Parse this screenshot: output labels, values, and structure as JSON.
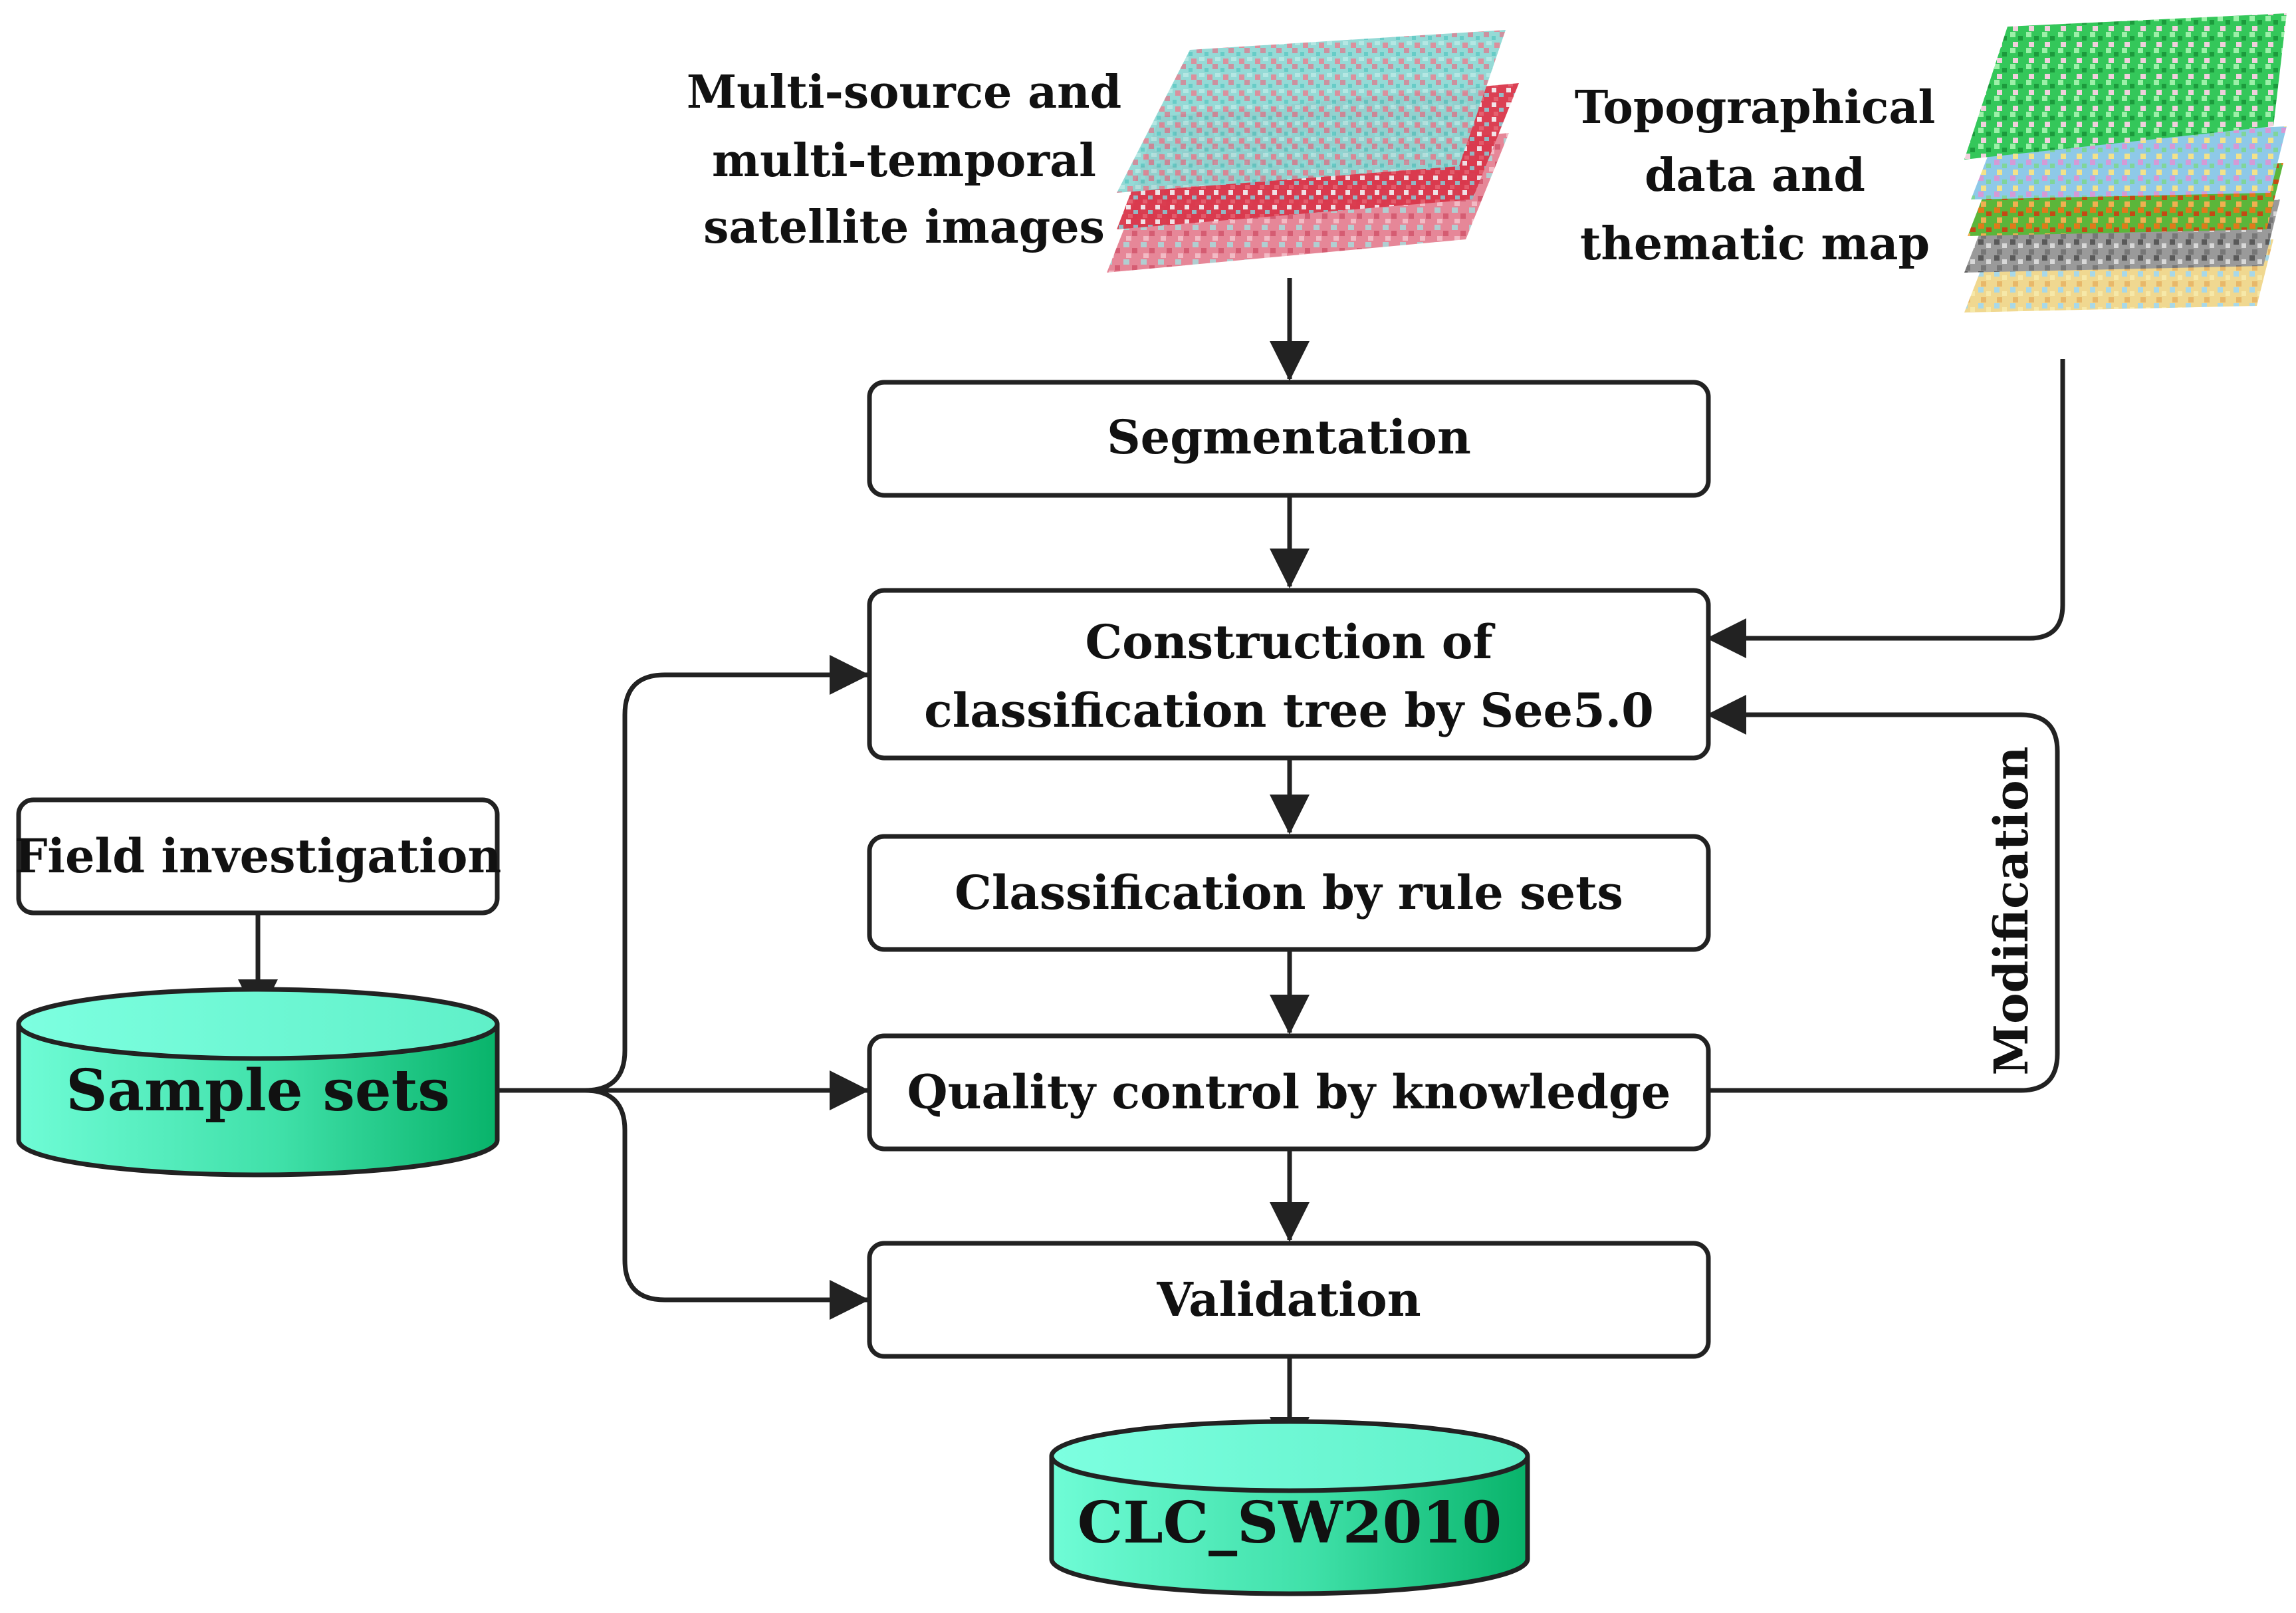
{
  "labels": {
    "satellite": [
      "Multi-source and",
      "multi-temporal",
      "satellite images"
    ],
    "topo": [
      "Topographical",
      "data and",
      "thematic map"
    ]
  },
  "boxes": {
    "segmentation": "Segmentation",
    "construction": [
      "Construction of",
      "classification tree by See5.0"
    ],
    "classification": "Classification by rule sets",
    "quality": "Quality control by knowledge",
    "validation": "Validation",
    "field": "Field investigation"
  },
  "databases": {
    "samples": "Sample sets",
    "output": "CLC_SW2010"
  },
  "edge_labels": {
    "modification": "Modification"
  },
  "colors": {
    "box_fill": "#ffffff",
    "stroke": "#222222",
    "db_light": "#6ffcd6",
    "db_dark": "#08b36a",
    "sat_cyan": "#7fd6d2",
    "sat_red": "#d8364a",
    "sat_pink": "#e7748a"
  }
}
